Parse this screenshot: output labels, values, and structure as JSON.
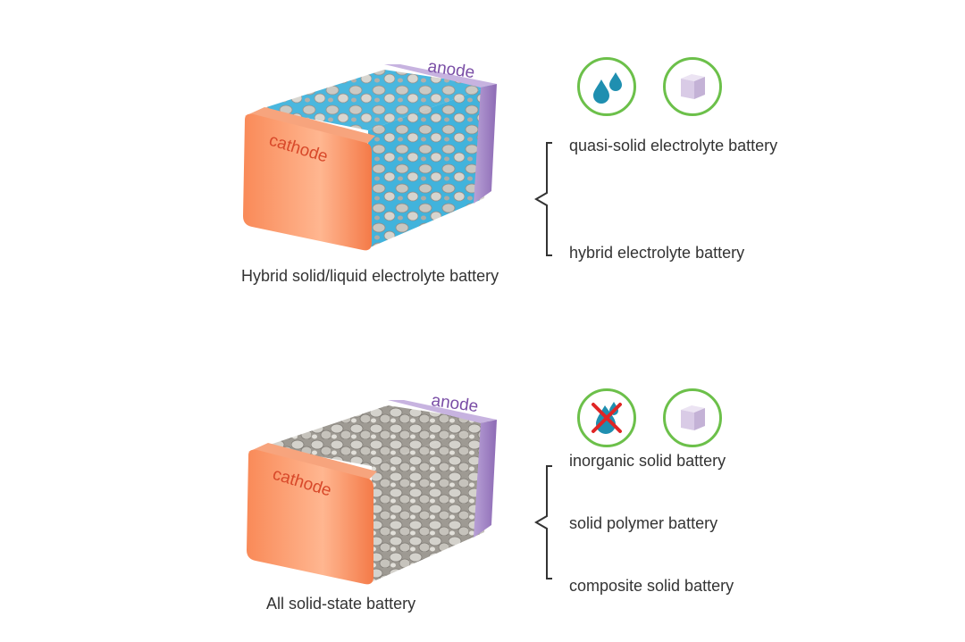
{
  "colors": {
    "cathode": "#f4875a",
    "anode": "#9b7cbf",
    "liquid_electrolyte": "#3fb0d8",
    "solid_particles": "#b9b5ae",
    "icon_ring": "#6cc04a",
    "drop": "#1f8fb0",
    "cross": "#e02525"
  },
  "panels": [
    {
      "caption": "Hybrid solid/liquid electrolyte battery",
      "cathode_label": "cathode",
      "anode_label": "anode",
      "electrolyte": "liquid",
      "icons": [
        "water-drops-icon",
        "solid-cube-icon"
      ],
      "items": [
        "quasi-solid electrolyte battery",
        "hybrid electrolyte battery"
      ]
    },
    {
      "caption": "All solid-state battery",
      "cathode_label": "cathode",
      "anode_label": "anode",
      "electrolyte": "solid",
      "icons": [
        "no-liquid-icon",
        "solid-cube-icon"
      ],
      "items": [
        "inorganic solid battery",
        "solid polymer battery",
        "composite solid battery"
      ]
    }
  ]
}
